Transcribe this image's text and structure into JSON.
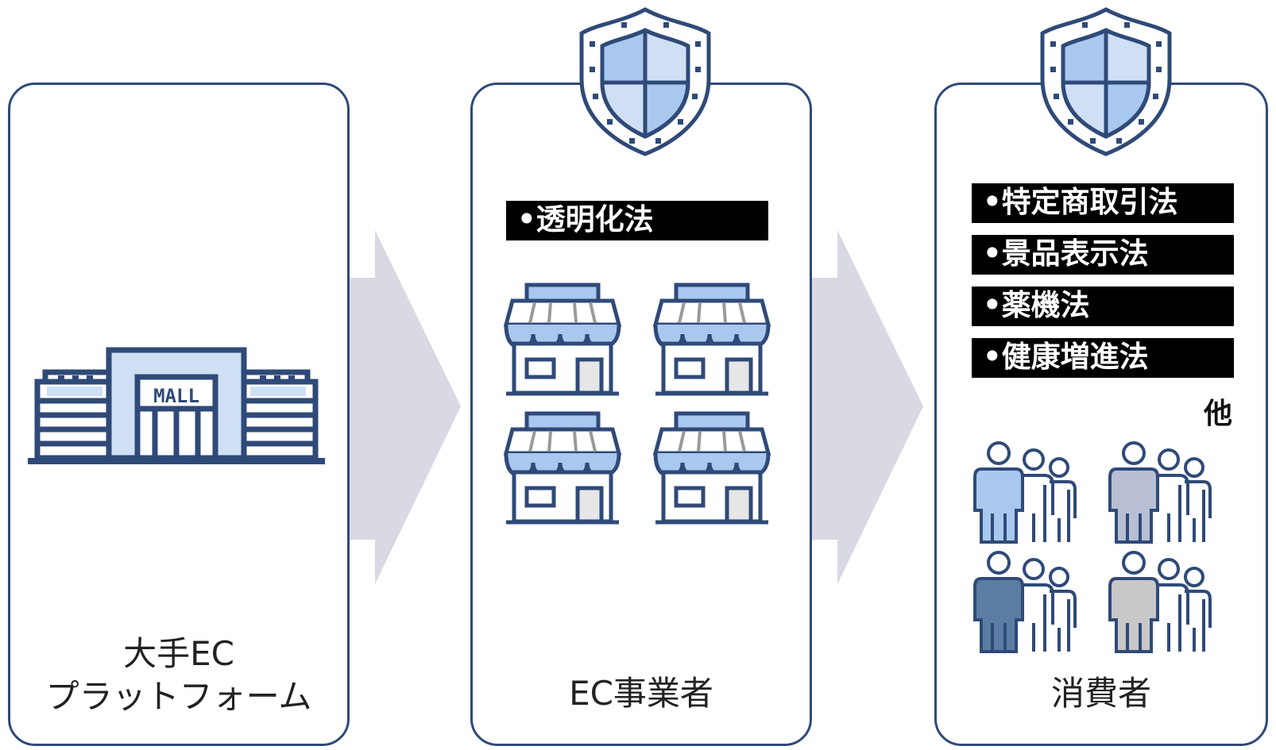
{
  "panels": [
    {
      "caption_line1": "大手EC",
      "caption_line2": "プラットフォーム",
      "icon": "mall-building-icon",
      "sign": "MALL"
    },
    {
      "caption": "EC事業者",
      "icon": "shop-icon",
      "laws": [
        "透明化法"
      ]
    },
    {
      "caption": "消費者",
      "icon": "people-group-icon",
      "laws": [
        "特定商取引法",
        "景品表示法",
        "薬機法",
        "健康増進法"
      ],
      "other": "他"
    }
  ],
  "colors": {
    "border": "#2f4a78",
    "light_blue": "#a9c8ee",
    "arrow": "#d8d9e3",
    "law_bg": "#000000"
  }
}
